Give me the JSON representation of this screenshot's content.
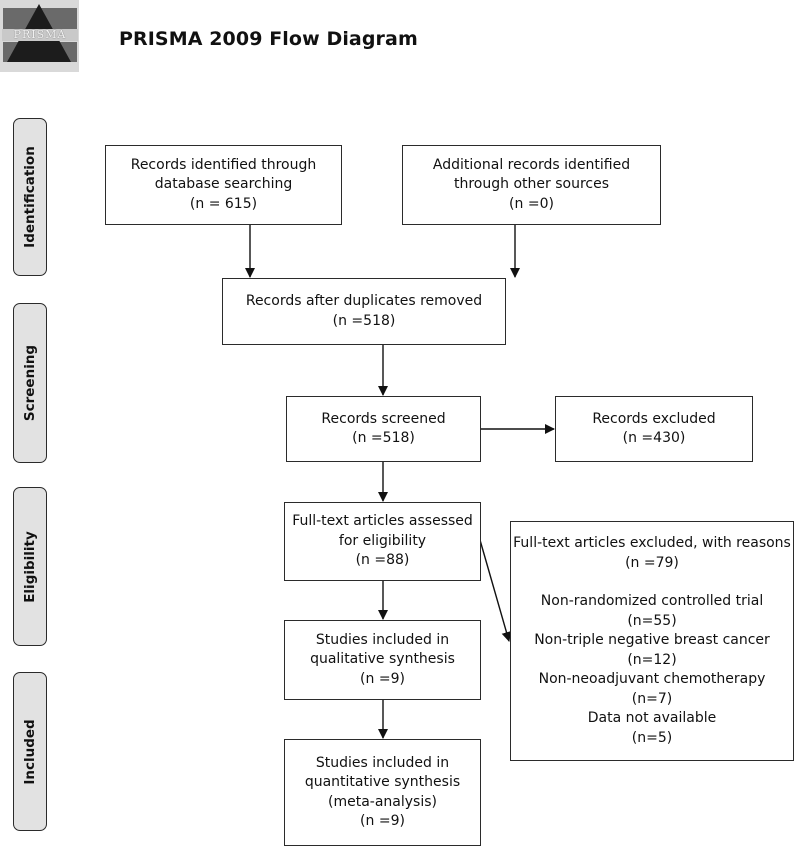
{
  "header": {
    "logo_text": "PRISMA",
    "title": "PRISMA 2009 Flow Diagram"
  },
  "phases": [
    {
      "label": "Identification"
    },
    {
      "label": "Screening"
    },
    {
      "label": "Eligibility"
    },
    {
      "label": "Included"
    }
  ],
  "boxes": {
    "database_search": {
      "lines": [
        "Records identified through",
        "database searching",
        "(n = 615)"
      ],
      "n": 615
    },
    "other_sources": {
      "lines": [
        "Additional records identified",
        "through other sources",
        "(n =0)"
      ],
      "n": 0
    },
    "duplicates_removed": {
      "lines": [
        "Records after duplicates removed",
        "(n =518)"
      ],
      "n": 518
    },
    "screened": {
      "lines": [
        "Records screened",
        "(n =518)"
      ],
      "n": 518
    },
    "excluded": {
      "lines": [
        "Records excluded",
        "(n =430)"
      ],
      "n": 430
    },
    "fulltext_assessed": {
      "lines": [
        "Full-text articles assessed",
        "for eligibility",
        "(n =88)"
      ],
      "n": 88
    },
    "fulltext_excluded": {
      "heading": "Full-text articles excluded, with reasons",
      "count": "(n =79)",
      "n": 79,
      "reasons": [
        {
          "label": "Non-randomized controlled trial",
          "count": "(n=55)",
          "n": 55
        },
        {
          "label": "Non-triple negative breast cancer",
          "count": "(n=12)",
          "n": 12
        },
        {
          "label": "Non-neoadjuvant chemotherapy",
          "count": "(n=7)",
          "n": 7
        },
        {
          "label": "Data not available",
          "count": "(n=5)",
          "n": 5
        }
      ]
    },
    "qualitative": {
      "lines": [
        "Studies included in",
        "qualitative synthesis",
        "(n =9)"
      ],
      "n": 9
    },
    "quantitative": {
      "lines": [
        "Studies included in",
        "quantitative synthesis",
        "(meta-analysis)",
        "(n =9)"
      ],
      "n": 9
    }
  },
  "colors": {
    "line": "#2b2b2b",
    "phase_fill": "#e2e2e2"
  }
}
